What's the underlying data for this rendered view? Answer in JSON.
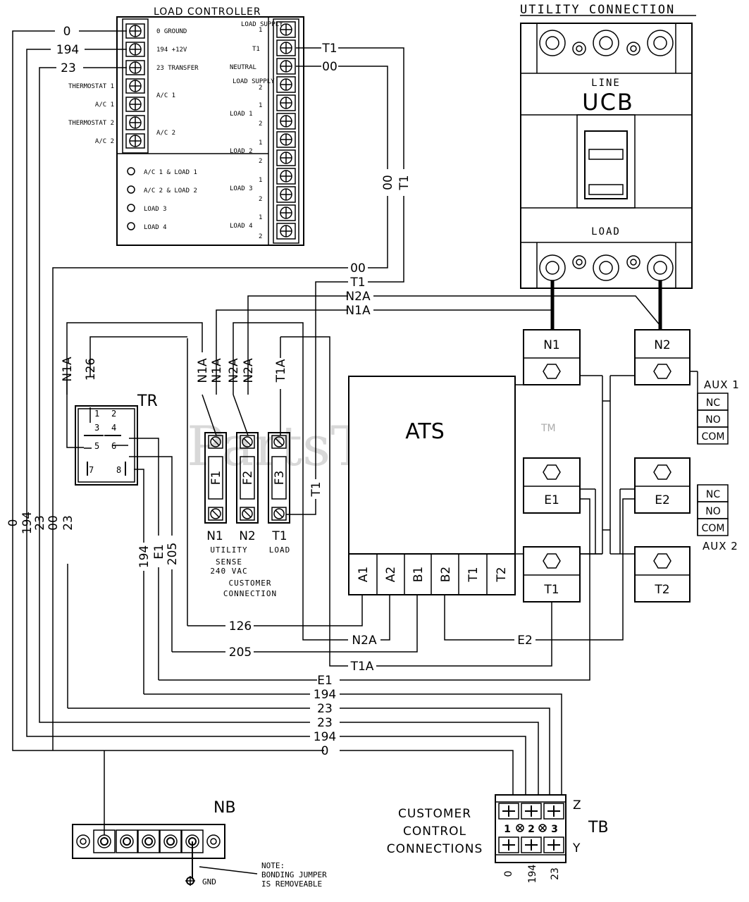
{
  "watermark": {
    "text": "PartsTree",
    "tm": "TM"
  },
  "load_controller": {
    "title": "LOAD CONTROLLER",
    "left_terminals": [
      "0 GROUND",
      "194 +12V",
      "23 TRANSFER"
    ],
    "left_side_labels": [
      "THERMOSTAT 1",
      "A/C 1",
      "THERMOSTAT 2",
      "A/C 2"
    ],
    "ac_labels": [
      "A/C 1",
      "A/C 2"
    ],
    "leds": [
      "A/C 1 & LOAD 1",
      "A/C 2 & LOAD 2",
      "LOAD 3",
      "LOAD 4"
    ],
    "right_labels": [
      "LOAD SUPPLY",
      "T1",
      "NEUTRAL",
      "LOAD SUPPLY",
      "LOAD 1",
      "LOAD 2",
      "LOAD 3",
      "LOAD 4"
    ],
    "right_nums": [
      "1",
      "2"
    ]
  },
  "utility_connection": {
    "title": "UTILITY CONNECTION",
    "line": "LINE",
    "ucb": "UCB",
    "load": "LOAD"
  },
  "ats": {
    "title": "ATS",
    "bottom_terminals": [
      "A1",
      "A2",
      "B1",
      "B2",
      "T1",
      "T2"
    ],
    "terminals": [
      "N1",
      "N2",
      "E1",
      "E2",
      "T1",
      "T2"
    ],
    "aux1": {
      "label": "AUX 1",
      "contacts": [
        "NC",
        "NO",
        "COM"
      ]
    },
    "aux2": {
      "label": "AUX 2",
      "contacts": [
        "NC",
        "NO",
        "COM"
      ]
    }
  },
  "relay": {
    "label": "TR",
    "pins": [
      "1",
      "2",
      "3",
      "4",
      "5",
      "6",
      "7",
      "8"
    ]
  },
  "fuses": {
    "names": [
      "F1",
      "F2",
      "F3"
    ],
    "bottom_labels": [
      "N1",
      "N2",
      "T1"
    ],
    "utility": "UTILITY",
    "load": "LOAD",
    "sense1": "SENSE",
    "sense2": "240 VAC",
    "cust1": "CUSTOMER",
    "cust2": "CONNECTION"
  },
  "wire_labels": {
    "w0": "0",
    "w194": "194",
    "w23": "23",
    "w00": "00",
    "wT1": "T1",
    "wN2A": "N2A",
    "wN1A": "N1A",
    "w126": "126",
    "wT1A": "T1A",
    "wE1": "E1",
    "wE2": "E2",
    "w205": "205"
  },
  "nb": {
    "label": "NB",
    "gnd": "GND",
    "note1": "NOTE:",
    "note2": "BONDING JUMPER",
    "note3": "IS REMOVEABLE"
  },
  "tb": {
    "label": "TB",
    "title": [
      "CUSTOMER",
      "CONTROL",
      "CONNECTIONS"
    ],
    "z": "Z",
    "y": "Y",
    "terminals": [
      "1",
      "2",
      "3"
    ],
    "wires": [
      "0",
      "194",
      "23"
    ]
  }
}
